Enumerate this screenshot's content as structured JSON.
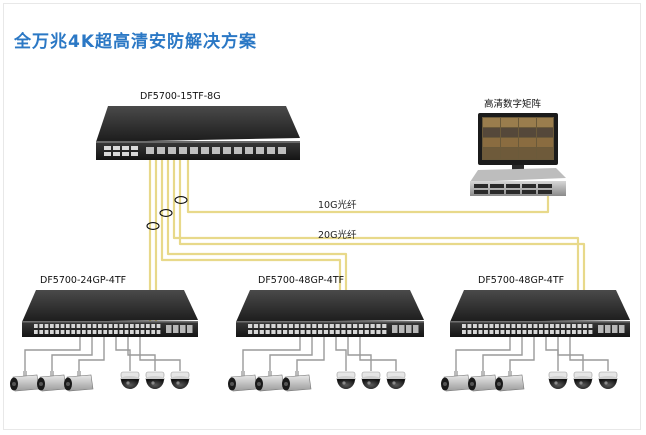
{
  "title": "全万兆4K超高清安防解决方案",
  "core_switch": {
    "label": "DF5700-15TF-8G"
  },
  "matrix": {
    "label": "高清数字矩阵"
  },
  "links": {
    "ten_g": "10G光纤",
    "twenty_g": "20G光纤"
  },
  "access_switches": [
    {
      "label": "DF5700-24GP-4TF"
    },
    {
      "label": "DF5700-48GP-4TF"
    },
    {
      "label": "DF5700-48GP-4TF"
    }
  ],
  "colors": {
    "title": "#2b78c5",
    "fiber": "#e8d98a",
    "copper": "#9a9a9a",
    "switch_body": "#2a2a2a"
  },
  "cameras_per_group": {
    "bullet": 3,
    "dome": 3
  },
  "icons": [
    "switch-icon",
    "monitor-icon",
    "nvr-icon",
    "bullet-camera-icon",
    "dome-camera-icon"
  ]
}
